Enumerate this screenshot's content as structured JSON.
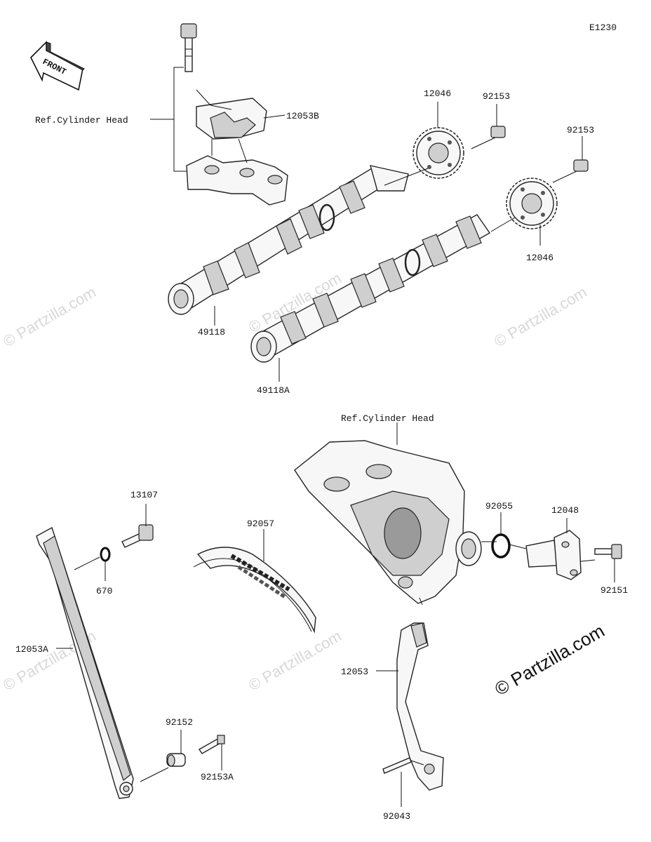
{
  "diagram_code": "E1230",
  "front_label": "FRONT",
  "ref_top": "Ref.Cylinder Head",
  "ref_mid": "Ref.Cylinder Head",
  "watermark": "© Partzilla.com",
  "brand": "© Partzilla.com",
  "parts": {
    "p12053B": "12053B",
    "p12046a": "12046",
    "p92153a": "92153",
    "p92153b": "92153",
    "p12046b": "12046",
    "p49118": "49118",
    "p49118A": "49118A",
    "p13107": "13107",
    "p670": "670",
    "p12053A": "12053A",
    "p92057": "92057",
    "p92055": "92055",
    "p12048": "12048",
    "p92151": "92151",
    "p12053": "12053",
    "p92152": "92152",
    "p92153A": "92153A",
    "p92043": "92043"
  }
}
